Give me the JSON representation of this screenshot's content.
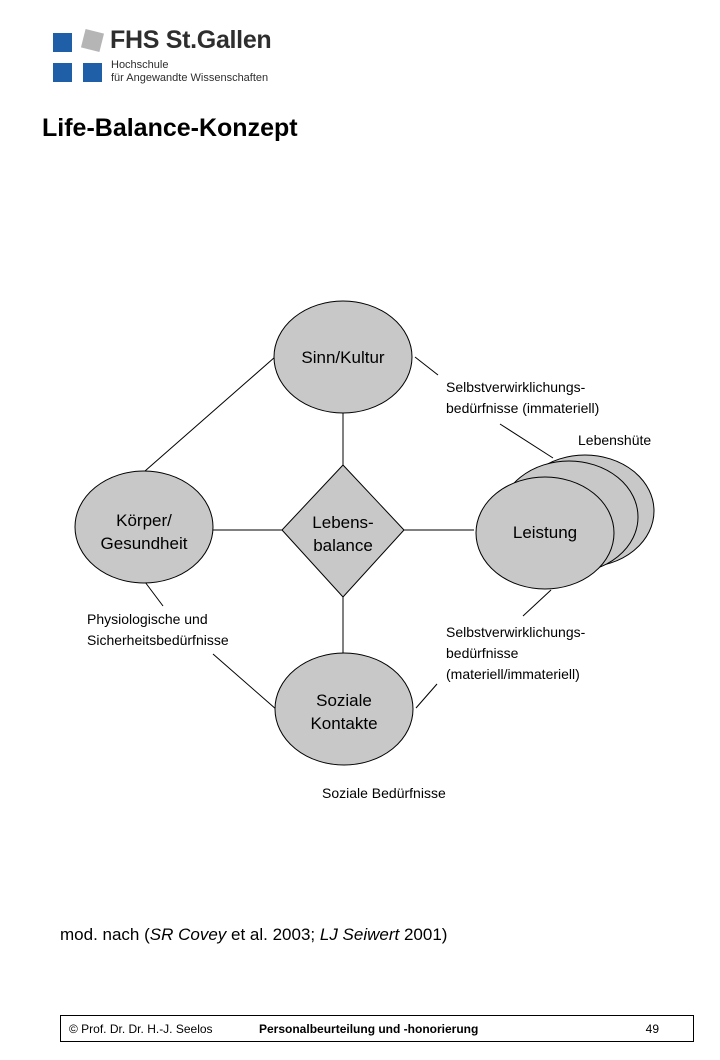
{
  "header": {
    "logo_title": "FHS St.Gallen",
    "logo_subtitle_line1": "Hochschule",
    "logo_subtitle_line2": "für Angewandte Wissenschaften",
    "logo_colors": {
      "blue": "#1f5fa8",
      "grey": "#b5b5b5"
    }
  },
  "page_title": "Life-Balance-Konzept",
  "diagram": {
    "center": {
      "line1": "Lebens-",
      "line2": "balance"
    },
    "nodes": {
      "top": "Sinn/Kultur",
      "left": {
        "line1": "Körper/",
        "line2": "Gesundheit"
      },
      "right": "Leistung",
      "bottom": {
        "line1": "Soziale",
        "line2": "Kontakte"
      }
    },
    "labels": {
      "top_right": {
        "line1": "Selbstverwirklichungs-",
        "line2": "bedürfnisse (immateriell)"
      },
      "lebenshuete": "Lebenshüte",
      "bottom_right": {
        "line1": "Selbstverwirklichungs-",
        "line2": "bedürfnisse",
        "line3": "(materiell/immateriell)"
      },
      "bottom_left": {
        "line1": "Physiologische und",
        "line2": "Sicherheitsbedürfnisse"
      },
      "bottom": "Soziale Bedürfnisse"
    },
    "colors": {
      "node_fill": "#c8c8c8",
      "stroke": "#000000"
    }
  },
  "citation": {
    "prefix": "mod. nach (",
    "author1": "SR Covey",
    "mid1": " et al. 2003; ",
    "author2": "LJ  Seiwert",
    "suffix": " 2001)"
  },
  "footer": {
    "author": "© Prof. Dr. Dr. H.-J. Seelos",
    "course": "Personalbeurteilung  und -honorierung",
    "page_number": "49"
  }
}
